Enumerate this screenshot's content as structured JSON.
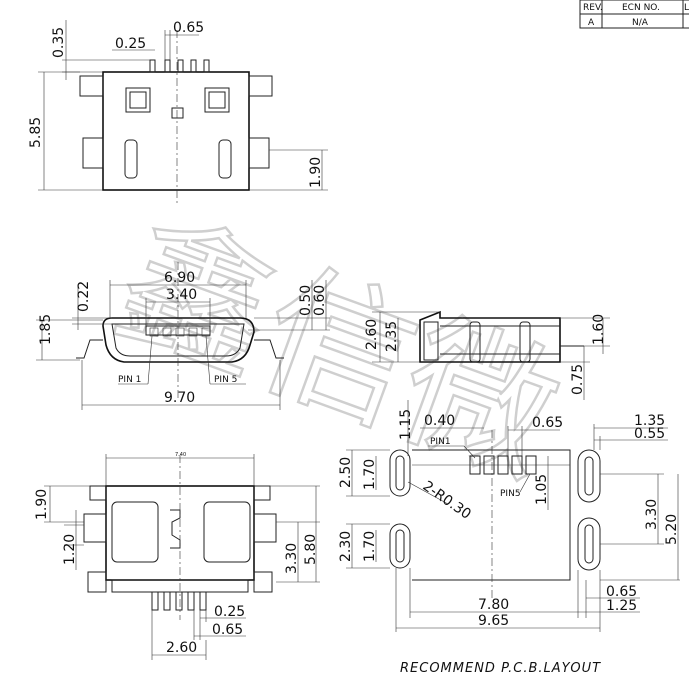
{
  "revision_table": {
    "headers": [
      "REV.",
      "ECN NO.",
      "L"
    ],
    "row": [
      "A",
      "N/A",
      ""
    ]
  },
  "watermark": "鑫信微",
  "top_view": {
    "dims": {
      "d0_65": "0.65",
      "d0_35": "0.35",
      "d0_25": "0.25",
      "d5_85": "5.85",
      "d1_90": "1.90"
    }
  },
  "front_view": {
    "dims": {
      "d6_90": "6.90",
      "d3_40": "3.40",
      "d0_22": "0.22",
      "d1_85": "1.85",
      "d0_50": "0.50",
      "d0_60": "0.60",
      "d9_70": "9.70"
    },
    "pin1": "PIN 1",
    "pin5": "PIN 5"
  },
  "side_view": {
    "dims": {
      "d2_60": "2.60",
      "d2_35": "2.35",
      "d1_60": "1.60",
      "d0_75": "0.75"
    }
  },
  "bottom_view": {
    "dims": {
      "d7_40": "7.40",
      "d1_90": "1.90",
      "d1_20": "1.20",
      "d3_30": "3.30",
      "d5_80": "5.80",
      "d0_25": "0.25",
      "d0_65": "0.65",
      "d2_60": "2.60"
    }
  },
  "pcb_layout": {
    "dims": {
      "d1_15": "1.15",
      "d0_40": "0.40",
      "d0_65": "0.65",
      "d1_35": "1.35",
      "d0_55": "0.55",
      "d2_50": "2.50",
      "d1_70a": "1.70",
      "d1_05": "1.05",
      "r0_30": "2-R0.30",
      "d3_30": "3.30",
      "d5_20": "5.20",
      "d2_30": "2.30",
      "d1_70b": "1.70",
      "d0_65b": "0.65",
      "d1_25": "1.25",
      "d7_80": "7.80",
      "d9_65": "9.65"
    },
    "pin1": "PIN1",
    "pin5": "PIN5",
    "caption": "RECOMMEND P.C.B.LAYOUT"
  }
}
